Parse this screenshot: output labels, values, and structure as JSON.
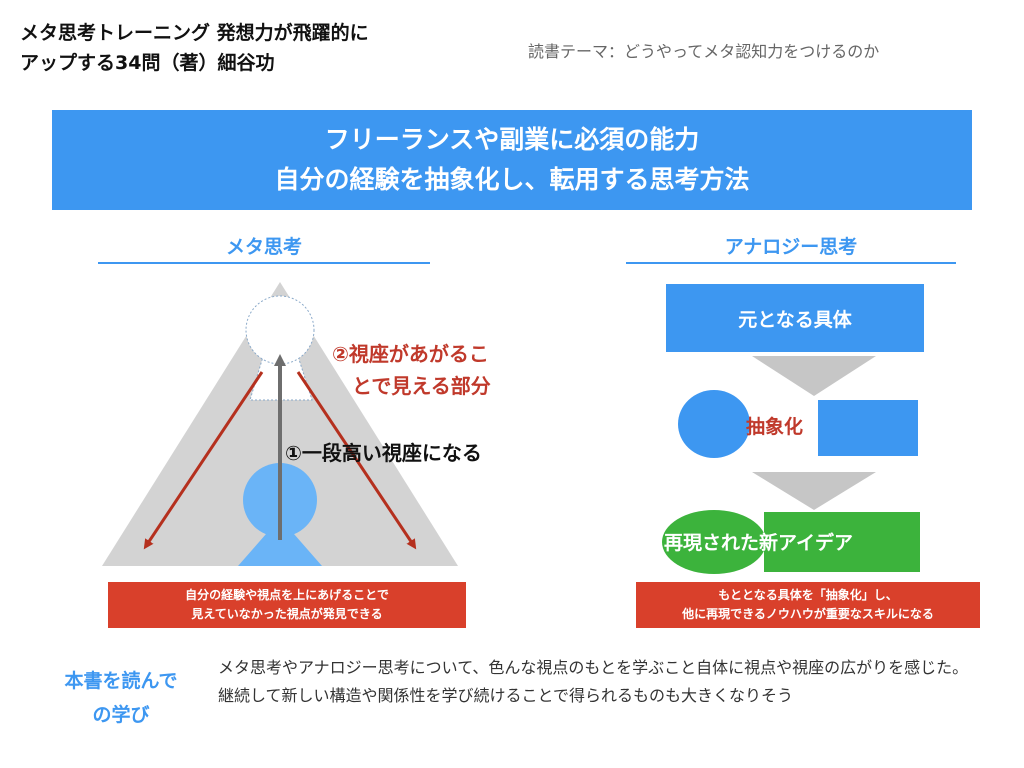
{
  "header": {
    "book_title_line1": "メタ思考トレーニング 発想力が飛躍的に",
    "book_title_line2": "アップする34問（著）細谷功",
    "theme": "読書テーマ：どうやってメタ認知力をつけるのか"
  },
  "banner": {
    "line1": "フリーランスや副業に必須の能力",
    "line2": "自分の経験を抽象化し、転用する思考方法"
  },
  "meta": {
    "heading": "メタ思考",
    "label_visible_part_line1": "②視座があがるこ",
    "label_visible_part_line2": "とで見える部分",
    "label_step1": "①一段高い視座になる",
    "note_line1": "自分の経験や視点を上にあげることで",
    "note_line2": "見えていなかった視点が発見できる"
  },
  "analogy": {
    "heading": "アナロジー思考",
    "source": "元となる具体",
    "abstraction": "抽象化",
    "result": "再現された新アイデア",
    "note_line1": "もととなる具体を「抽象化」し、",
    "note_line2": "他に再現できるノウハウが重要なスキルになる"
  },
  "learning": {
    "heading_line1": "本書を読んで",
    "heading_line2": "の学び",
    "body": "メタ思考やアナロジー思考について、色んな視点のもとを学ぶこと自体に視点や視座の広がりを感じた。継続して新しい構造や関係性を学び続けることで得られるものも大きくなりそう"
  },
  "colors": {
    "accent_blue": "#3d97f1",
    "accent_red": "#d9402b",
    "light_blue": "#6ab4f7",
    "green": "#3cb33c",
    "triangle_gray": "#d3d3d3"
  }
}
